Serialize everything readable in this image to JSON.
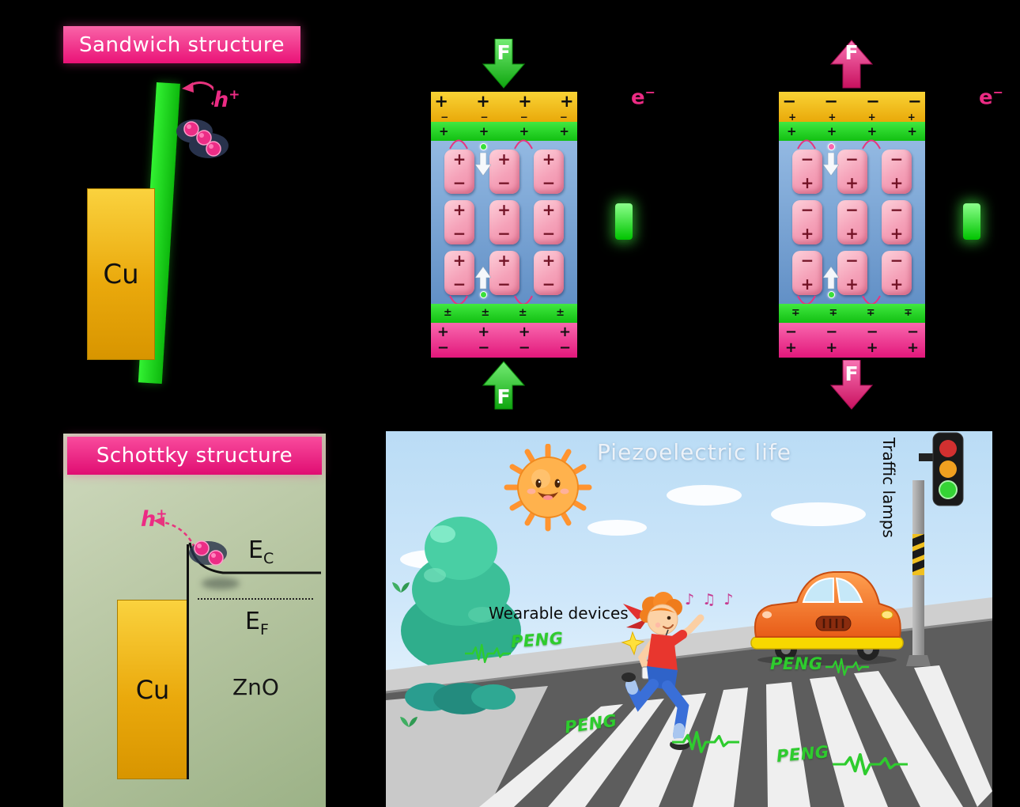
{
  "colors": {
    "background": "#000000",
    "magenta_accent": "#ec1f7f",
    "green_accent": "#1ecb1e",
    "gold_electrode": "#eeb010",
    "pink_electrode": "#ee2d87",
    "piezo_film_blue": "#6f9cd0",
    "dipole_pink": "#f6aabe",
    "schottky_panel_green": "#b9c8a4",
    "sky_blue": "#c6def4",
    "peng_green": "#2ecc2e"
  },
  "sandwich": {
    "title": "Sandwich structure",
    "cu": "Cu",
    "hole_base": "h",
    "hole_sup": "+"
  },
  "devices": {
    "compression": {
      "force": "F",
      "electron_base": "e",
      "electron_sup": "−",
      "top_electrode_row": "+ + + +",
      "top_interface_row": "− − − −",
      "film_top_row": "+ + + +",
      "film_bottom_row": "± ± ± ±",
      "bottom_electrode_row1": "+ + + +",
      "bottom_electrode_row2": "− − − −",
      "dipole_top": "+",
      "dipole_bottom": "−"
    },
    "tension": {
      "force": "F",
      "electron_base": "e",
      "electron_sup": "−",
      "top_electrode_row": "− − − −",
      "top_interface_row": "+ + + +",
      "film_top_row": "+ + + +",
      "film_bottom_row": "∓ ∓ ∓ ∓",
      "bottom_electrode_row1": "− − − −",
      "bottom_electrode_row2": "+ + + +",
      "dipole_top": "−",
      "dipole_bottom": "+"
    }
  },
  "schottky": {
    "title": "Schottky structure",
    "cu": "Cu",
    "zno": "ZnO",
    "ec_base": "E",
    "ec_sub": "C",
    "ef_base": "E",
    "ef_sub": "F",
    "hole_base": "h",
    "hole_sup": "+"
  },
  "life": {
    "title": "Piezoelectric life",
    "wearable_devices": "Wearable devices",
    "traffic_lamps": "Traffic lamps",
    "peng": "PENG",
    "music_notes": "♪ ♫ ♪"
  }
}
